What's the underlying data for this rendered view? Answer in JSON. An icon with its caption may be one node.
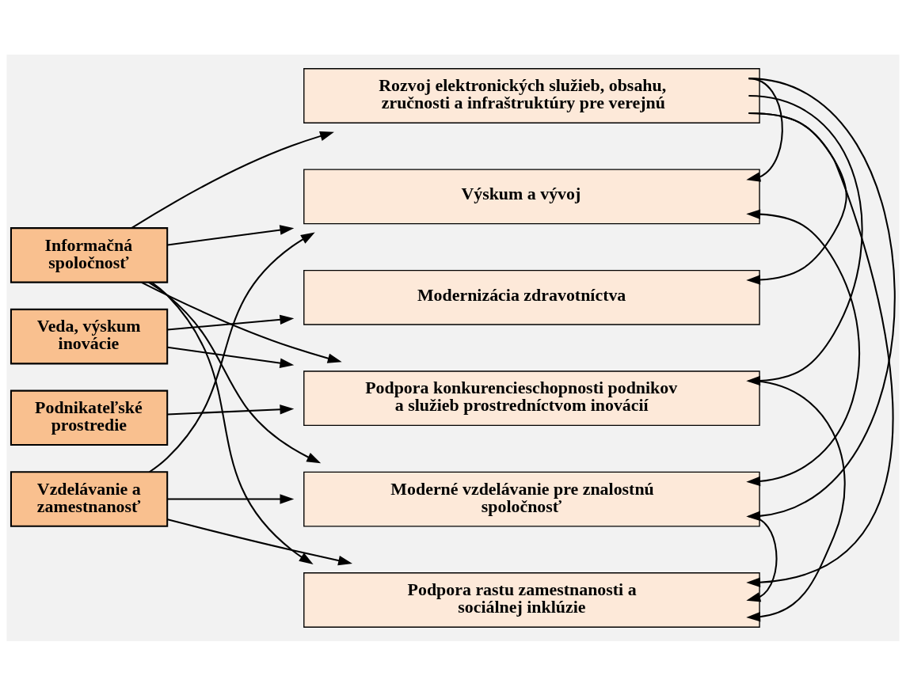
{
  "diagram": {
    "nodes": [
      {
        "text": [
          "Informačná spoločnosť"
        ]
      },
      {
        "text": [
          "Veda, výskum inovácie"
        ]
      },
      {
        "text": [
          "Podnikateľské prostredie"
        ]
      },
      {
        "text": [
          "Vzdelávanie a zamestnanosť"
        ]
      },
      {
        "text": [
          "Rozvoj elektronických služieb, obsahu, zručnosti a infraštruktúry pre verejnú"
        ]
      },
      {
        "text": [
          "Výskum a vývoj"
        ]
      },
      {
        "text": [
          "Modernizácia zdravotníctva"
        ]
      },
      {
        "text": [
          "Podpora konkurencieschopnosti podnikov a služieb prostredníctvom inovácií"
        ]
      },
      {
        "text": [
          "Moderné vzdelávanie pre znalostnú spoločnosť"
        ]
      },
      {
        "text": [
          "Podpora rastu zamestnanosti a sociálnej inklúzie"
        ]
      }
    ],
    "edges": [
      {
        "from": 0,
        "to": 4,
        "arrow": "to"
      },
      {
        "from": 0,
        "to": 5,
        "arrow": "to"
      },
      {
        "from": 0,
        "to": 7,
        "arrow": "to"
      },
      {
        "from": 0,
        "to": 8,
        "arrow": "to"
      },
      {
        "from": 0,
        "to": 9,
        "arrow": "to"
      },
      {
        "from": 1,
        "to": 6,
        "arrow": "to"
      },
      {
        "from": 1,
        "to": 7,
        "arrow": "to"
      },
      {
        "from": 2,
        "to": 7,
        "arrow": "to"
      },
      {
        "from": 3,
        "to": 5,
        "arrow": "to"
      },
      {
        "from": 3,
        "to": 8,
        "arrow": "to"
      },
      {
        "from": 3,
        "to": 9,
        "arrow": "to"
      },
      {
        "from": 4,
        "to": 5,
        "arrow": "to"
      },
      {
        "from": 4,
        "to": 6,
        "arrow": "to"
      },
      {
        "from": 4,
        "to": 7,
        "arrow": "to"
      },
      {
        "from": 4,
        "to": 8,
        "arrow": "to"
      },
      {
        "from": 4,
        "to": 9,
        "arrow": "to"
      },
      {
        "from": 8,
        "to": 5,
        "arrow": "both"
      },
      {
        "from": 7,
        "to": 9,
        "arrow": "to"
      },
      {
        "from": 8,
        "to": 9,
        "arrow": "to"
      }
    ]
  }
}
